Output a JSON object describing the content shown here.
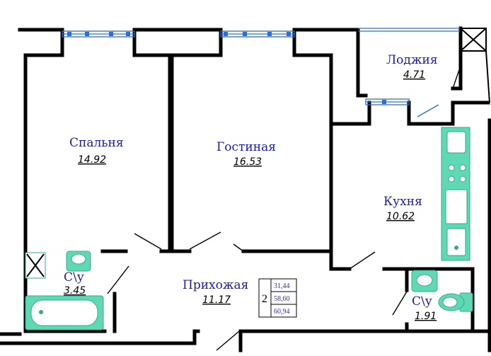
{
  "rooms": {
    "bedroom": {
      "name": "Спальня",
      "area": "14.92"
    },
    "living": {
      "name": "Гостиная",
      "area": "16.53"
    },
    "loggia": {
      "name": "Лоджия",
      "area": "4.71"
    },
    "kitchen": {
      "name": "Кухня",
      "area": "10.62"
    },
    "hall": {
      "name": "Прихожая",
      "area": "11.17"
    },
    "bath1": {
      "name": "С\\у",
      "area": "3.45"
    },
    "bath2": {
      "name": "С\\у",
      "area": "1.91"
    }
  },
  "summary": {
    "rooms_count": "2",
    "living_area": "31,44",
    "total_area": "58,60",
    "total_with_loggia": "60,94"
  },
  "colors": {
    "label": "#1b1bb0",
    "fixture": "#5fd9b4",
    "window": "#2a6fd6",
    "wall": "#000000"
  }
}
